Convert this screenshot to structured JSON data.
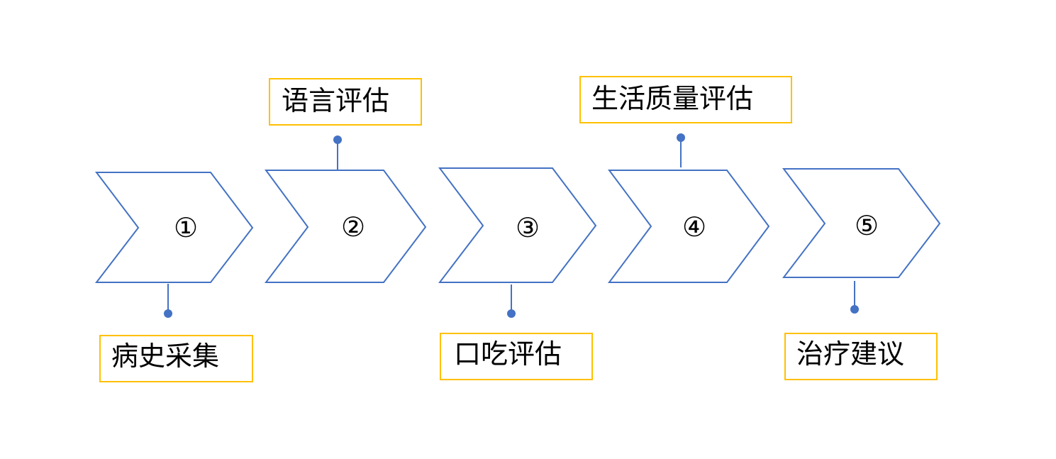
{
  "steps": [
    {
      "number": "①",
      "label": "病史采集"
    },
    {
      "number": "②",
      "label": "语言评估"
    },
    {
      "number": "③",
      "label": "口吃评估"
    },
    {
      "number": "④",
      "label": "生活质量评估"
    },
    {
      "number": "⑤",
      "label": "治疗建议"
    }
  ],
  "colors": {
    "chevron_stroke": "#4472c4",
    "connector": "#4472c4",
    "label_border": "#ffc000"
  }
}
